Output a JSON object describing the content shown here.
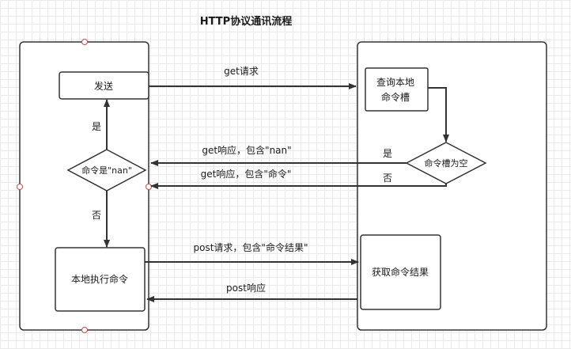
{
  "title": "HTTP协议通讯流程",
  "left_lane": {
    "send": "发送",
    "decision": "命令是\"nan\"",
    "yes": "是",
    "no": "否",
    "execute": "本地执行命令"
  },
  "right_lane": {
    "query_line1": "查询本地",
    "query_line2": "命令槽",
    "decision": "命令槽为空",
    "yes": "是",
    "no": "否",
    "get_result": "获取命令结果"
  },
  "messages": {
    "get_request": "get请求",
    "get_response_nan": "get响应，包含\"nan\"",
    "get_response_cmd": "get响应，包含\"命令\"",
    "post_request": "post请求，包含\"命令结果\"",
    "post_response": "post响应"
  }
}
